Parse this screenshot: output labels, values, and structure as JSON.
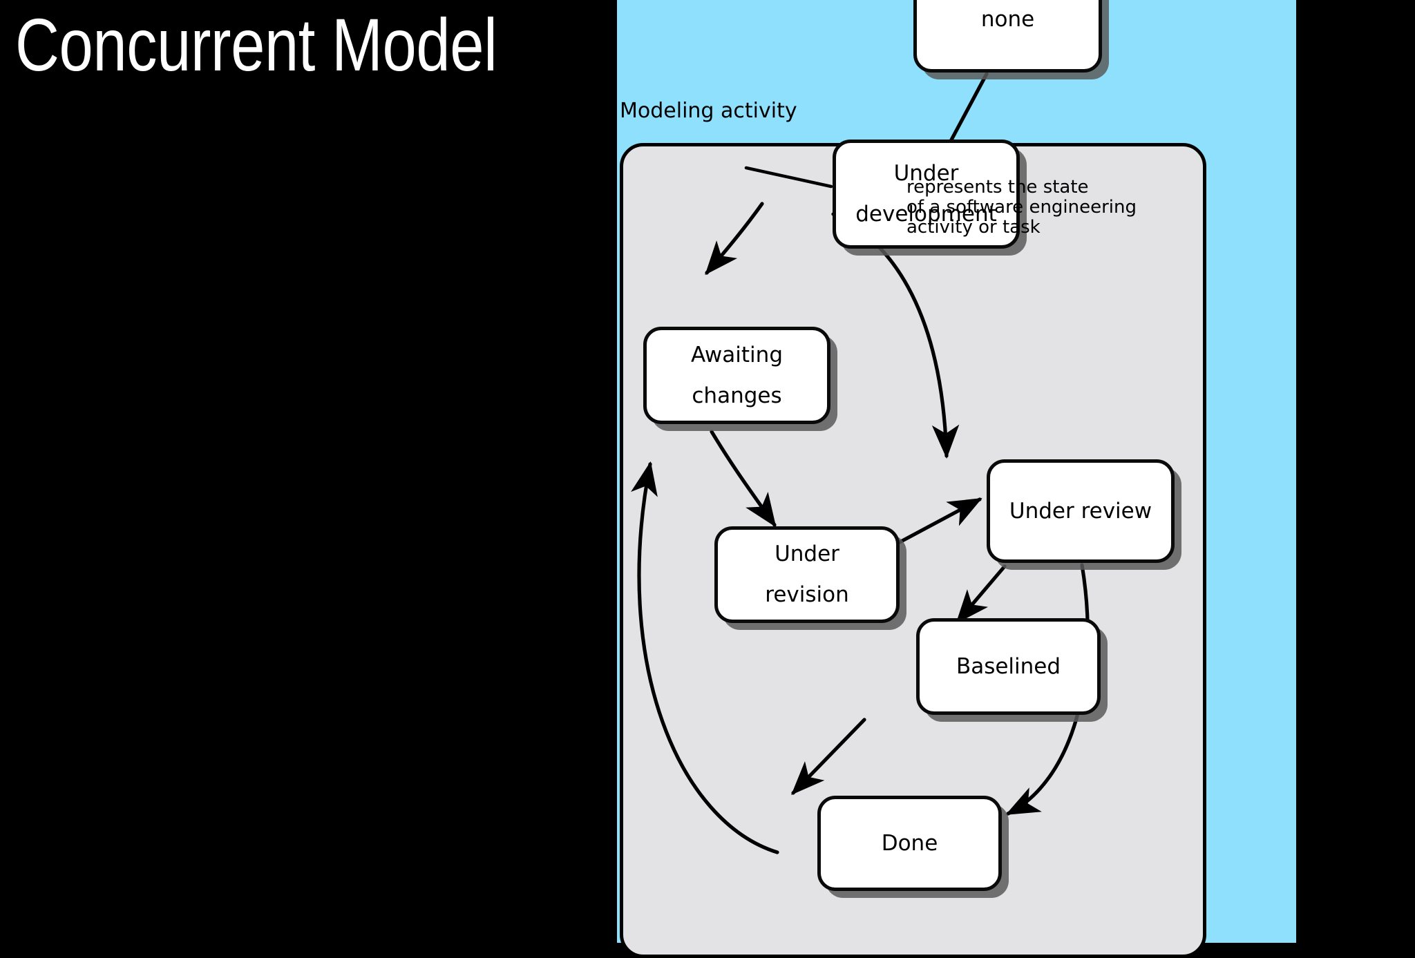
{
  "slide": {
    "title": "Concurrent Model",
    "title_color": "#ffffff",
    "background_color": "#000000"
  },
  "figure": {
    "panel_color": "#8EE0FC",
    "container_color": "#E3E3E5",
    "container_label": "Modeling activity",
    "node_fill": "#ffffff",
    "node_border": "#000000",
    "annotation": "represents the state\nof a software engineering\nactivity or task",
    "nodes": [
      {
        "id": "none",
        "label_1": "none",
        "label_2": ""
      },
      {
        "id": "under-development",
        "label_1": "Under",
        "label_2": "development"
      },
      {
        "id": "awaiting-changes",
        "label_1": "Awaiting",
        "label_2": "changes"
      },
      {
        "id": "under-revision",
        "label_1": "Under",
        "label_2": "revision"
      },
      {
        "id": "under-review",
        "label_1": "Under review",
        "label_2": ""
      },
      {
        "id": "baselined",
        "label_1": "Baselined",
        "label_2": ""
      },
      {
        "id": "done",
        "label_1": "Done",
        "label_2": ""
      }
    ],
    "transitions": [
      {
        "from": "none",
        "to": "under-development"
      },
      {
        "from": "under-development",
        "to": "awaiting-changes"
      },
      {
        "from": "under-development",
        "to": "under-review"
      },
      {
        "from": "awaiting-changes",
        "to": "under-revision"
      },
      {
        "from": "under-revision",
        "to": "under-review"
      },
      {
        "from": "under-review",
        "to": "baselined"
      },
      {
        "from": "under-review",
        "to": "done"
      },
      {
        "from": "baselined",
        "to": "done"
      },
      {
        "from": "done",
        "to": "awaiting-changes"
      }
    ]
  }
}
